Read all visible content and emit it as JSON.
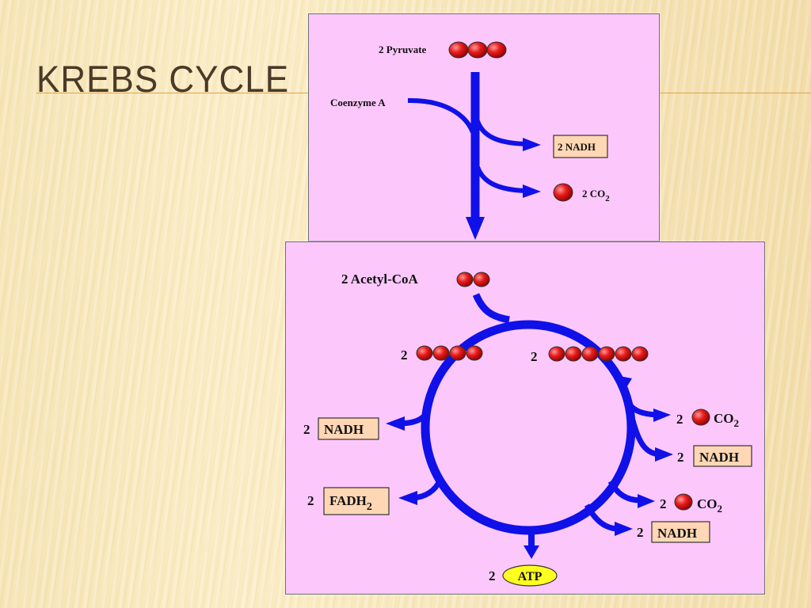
{
  "slide": {
    "title": "KREBS CYCLE"
  },
  "top_panel": {
    "pyruvate_label": "2 Pyruvate",
    "coenzyme_label": "Coenzyme A",
    "nadh_label": "2 NADH",
    "co2_label": "2 CO",
    "co2_sub": "2"
  },
  "cycle_panel": {
    "acetyl_label": "2 Acetyl-CoA",
    "four_carbon_coef": "2",
    "six_carbon_coef": "2",
    "left_nadh_coef": "2",
    "left_nadh_label": "NADH",
    "fadh_coef": "2",
    "fadh_label": "FADH",
    "fadh_sub": "2",
    "atp_coef": "2",
    "atp_label": "ATP",
    "right_co2_1_coef": "2",
    "right_co2_1_label": "CO",
    "right_co2_1_sub": "2",
    "right_nadh_1_coef": "2",
    "right_nadh_1_label": "NADH",
    "right_co2_2_coef": "2",
    "right_co2_2_label": "CO",
    "right_co2_2_sub": "2",
    "right_nadh_2_coef": "2",
    "right_nadh_2_label": "NADH"
  },
  "colors": {
    "panel": "#fcc8fc",
    "arrow": "#1010e8",
    "molecule": "#e01818",
    "label_box": "#ffd7b4",
    "atp": "#ffff20"
  }
}
